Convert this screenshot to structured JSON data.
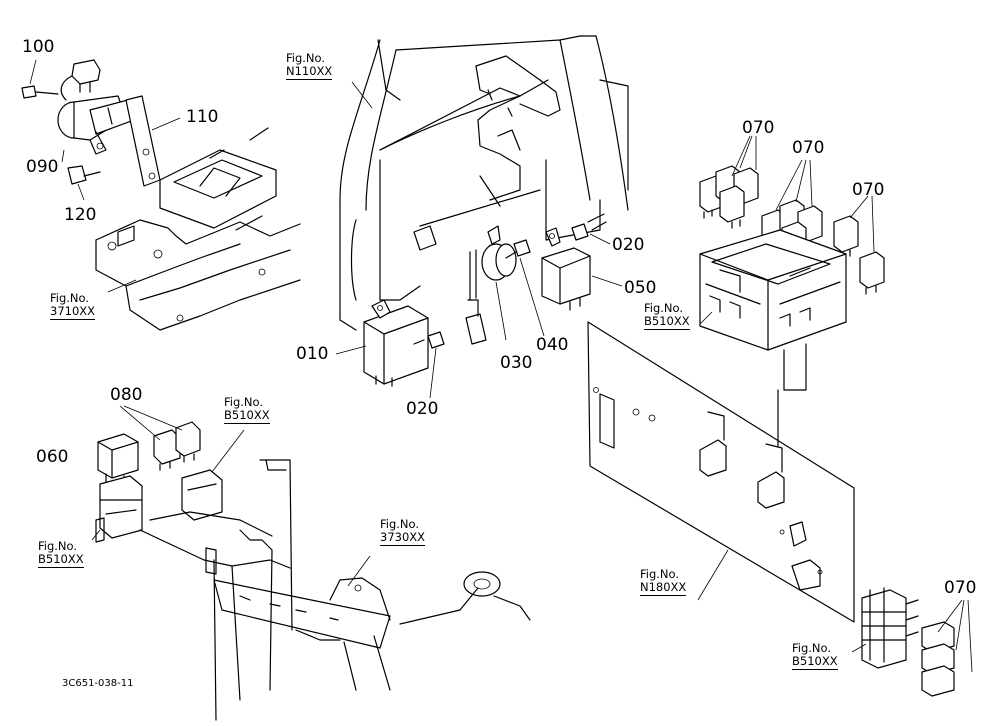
{
  "diagram": {
    "callouts": {
      "c100": "100",
      "c110": "110",
      "c090": "090",
      "c120": "120",
      "c010": "010",
      "c020a": "020",
      "c020b": "020",
      "c030": "030",
      "c040": "040",
      "c050": "050",
      "c070a": "070",
      "c070b": "070",
      "c070c": "070",
      "c070d": "070",
      "c080": "080",
      "c060": "060"
    },
    "refs": {
      "r1": {
        "label": "Fig.No.",
        "num": "N110XX"
      },
      "r2": {
        "label": "Fig.No.",
        "num": "3710XX"
      },
      "r3": {
        "label": "Fig.No.",
        "num": "B510XX"
      },
      "r4": {
        "label": "Fig.No.",
        "num": "B510XX"
      },
      "r5": {
        "label": "Fig.No.",
        "num": "B510XX"
      },
      "r6": {
        "label": "Fig.No.",
        "num": "3730XX"
      },
      "r7": {
        "label": "Fig.No.",
        "num": "N180XX"
      },
      "r8": {
        "label": "Fig.No.",
        "num": "B510XX"
      }
    },
    "drawing_code": "3C651-038-11"
  }
}
